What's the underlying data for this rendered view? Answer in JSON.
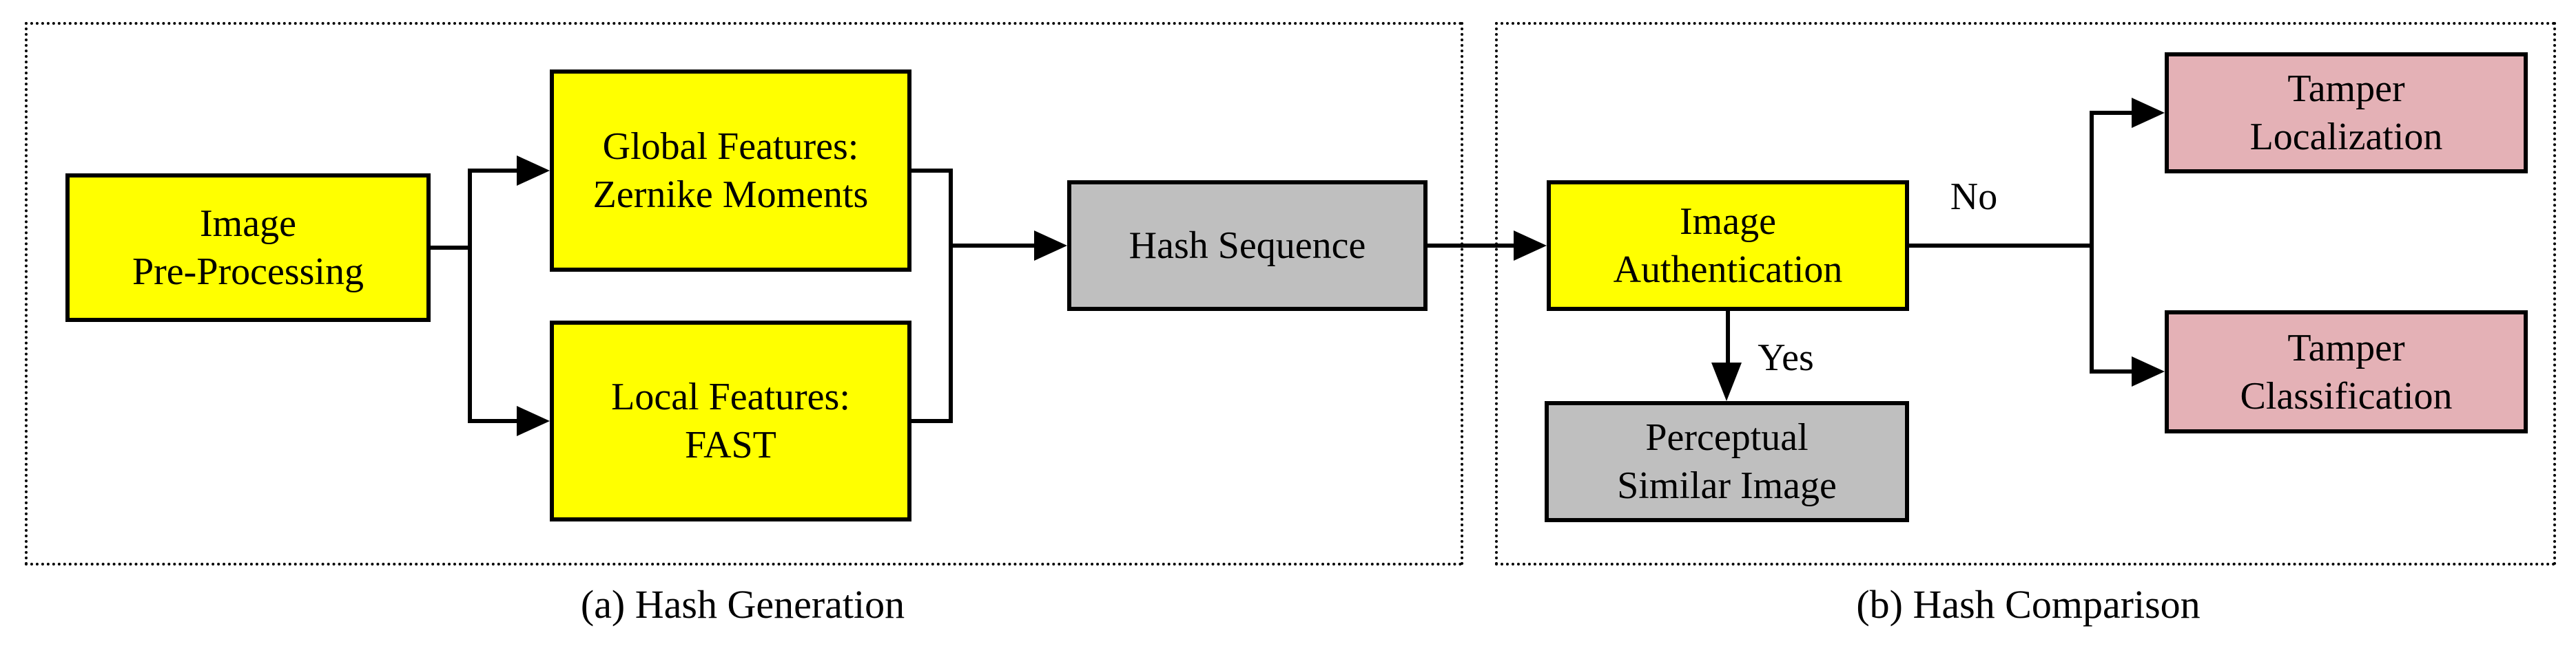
{
  "figure": {
    "panels": {
      "hash_generation": {
        "caption": "(a) Hash Generation"
      },
      "hash_comparison": {
        "caption": "(b) Hash Comparison"
      }
    },
    "nodes": {
      "image_pre_processing": {
        "label": "Image\nPre-Processing",
        "fill": "#FFFF00"
      },
      "global_features": {
        "label": "Global Features:\nZernike Moments",
        "fill": "#FFFF00"
      },
      "local_features": {
        "label": "Local Features:\nFAST",
        "fill": "#FFFF00"
      },
      "hash_sequence": {
        "label": "Hash Sequence",
        "fill": "#BFBFBF"
      },
      "image_authentication": {
        "label": "Image\nAuthentication",
        "fill": "#FFFF00"
      },
      "perceptual_similar_image": {
        "label": "Perceptual\nSimilar Image",
        "fill": "#BFBFBF"
      },
      "tamper_localization": {
        "label": "Tamper\nLocalization",
        "fill": "#E4B1B6"
      },
      "tamper_classification": {
        "label": "Tamper\nClassification",
        "fill": "#E4B1B6"
      }
    },
    "edge_labels": {
      "yes": "Yes",
      "no": "No"
    },
    "colors": {
      "node_yellow": "#FFFF00",
      "node_gray": "#BFBFBF",
      "node_pink": "#E4B1B6",
      "line_black": "#000000",
      "background": "#FFFFFF"
    }
  }
}
